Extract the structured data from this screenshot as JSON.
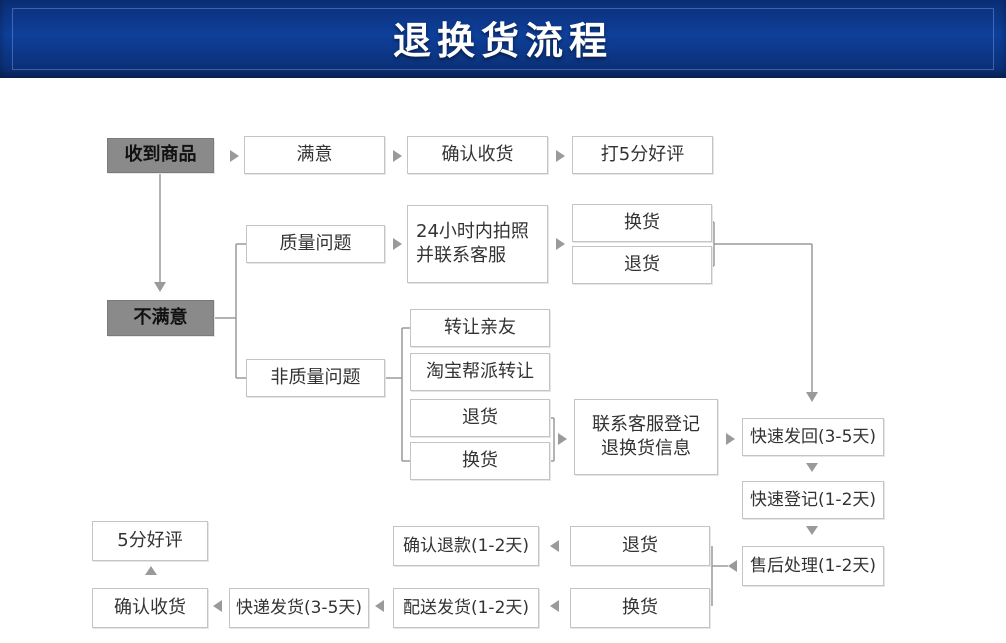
{
  "title": "退换货流程",
  "colors": {
    "banner": "#0e3f9a",
    "dark_box": "#8a8a8a",
    "line": "#9a9a9a"
  },
  "nodes": {
    "received": "收到商品",
    "satisfied": "满意",
    "confirm_receipt_top": "确认收货",
    "rate_5": "打5分好评",
    "unsatisfied": "不满意",
    "quality_issue": "质量问题",
    "photo_contact_line1": "24小时内拍照",
    "photo_contact_line2": "并联系客服",
    "exchange_1": "换货",
    "return_1": "退货",
    "non_quality_issue": "非质量问题",
    "transfer_friends": "转让亲友",
    "taobao_transfer": "淘宝帮派转让",
    "return_2": "退货",
    "exchange_2": "换货",
    "contact_register_line1": "联系客服登记",
    "contact_register_line2": "退换货信息",
    "ship_back": "快速发回(3-5天)",
    "quick_register": "快速登记(1-2天)",
    "after_sales": "售后处理(1-2天)",
    "return_3": "退货",
    "exchange_3": "换货",
    "confirm_refund": "确认退款(1-2天)",
    "deliver_ship": "配送发货(1-2天)",
    "express_ship": "快递发货(3-5天)",
    "confirm_receipt_bottom": "确认收货",
    "good_review_5": "5分好评"
  }
}
